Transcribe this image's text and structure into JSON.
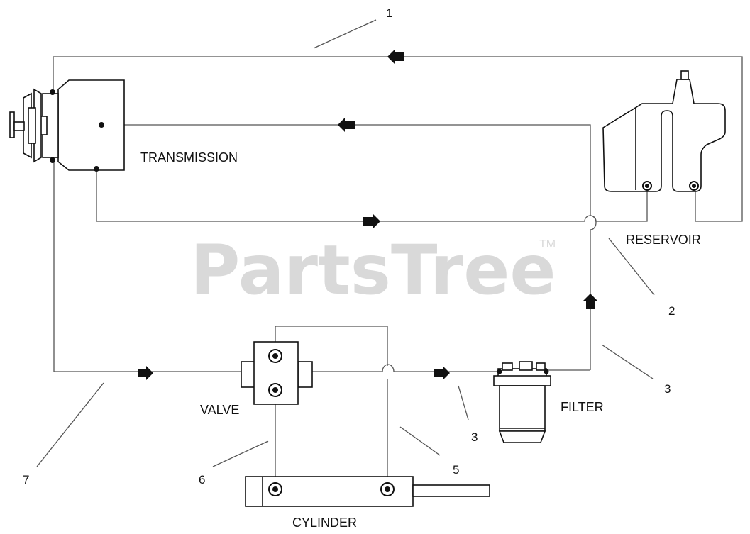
{
  "watermark": {
    "text": "PartsTree",
    "trademark": "TM"
  },
  "components": {
    "transmission": "TRANSMISSION",
    "reservoir": "RESERVOIR",
    "valve": "VALVE",
    "filter": "FILTER",
    "cylinder": "CYLINDER"
  },
  "callouts": [
    {
      "id": "callout-1",
      "text": "1"
    },
    {
      "id": "callout-2",
      "text": "2"
    },
    {
      "id": "callout-3a",
      "text": "3"
    },
    {
      "id": "callout-3b",
      "text": "3"
    },
    {
      "id": "callout-5",
      "text": "5"
    },
    {
      "id": "callout-6",
      "text": "6"
    },
    {
      "id": "callout-7",
      "text": "7"
    }
  ],
  "flow_arrows": [
    {
      "id": "arrow-top-return",
      "direction": "left"
    },
    {
      "id": "arrow-transmission-feed",
      "direction": "left"
    },
    {
      "id": "arrow-reservoir-feed",
      "direction": "right"
    },
    {
      "id": "arrow-filter-up",
      "direction": "up"
    },
    {
      "id": "arrow-valve-in",
      "direction": "right"
    },
    {
      "id": "arrow-filter-in",
      "direction": "right"
    }
  ]
}
